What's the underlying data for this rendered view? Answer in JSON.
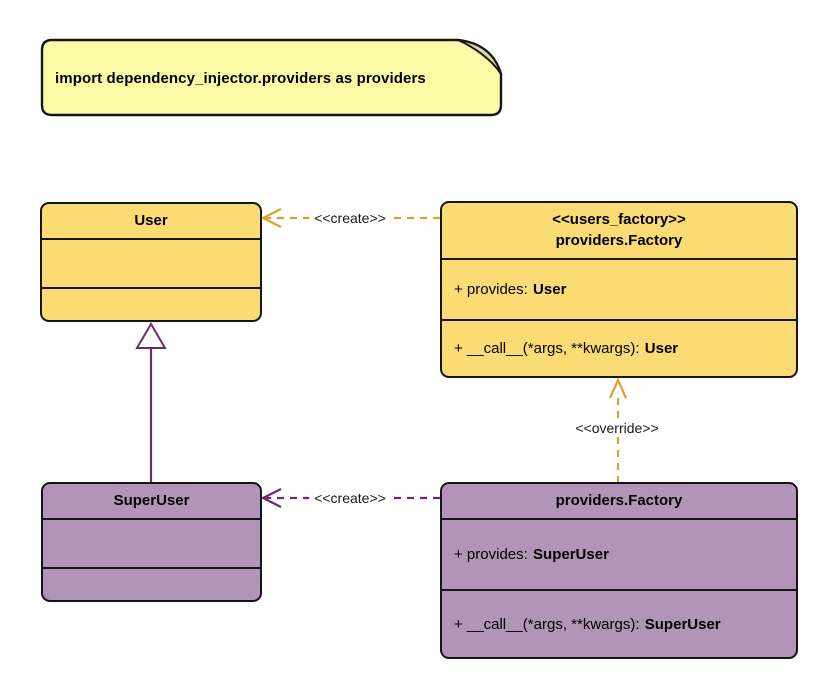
{
  "colors": {
    "background": "#FFFFFF",
    "yellow_fill": "#FBDB74",
    "purple_fill": "#B294B9",
    "note_fill": "#FBFBA7",
    "note_fold_fill": "#DCDC96",
    "gold_line": "#D8A32C",
    "purple_line": "#6A2C6A",
    "border": "#151515",
    "text": "#000000"
  },
  "note": {
    "text": "import dependency_injector.providers as providers"
  },
  "classes": {
    "user": {
      "name": "User"
    },
    "users_factory": {
      "stereotype": "<<users_factory>>",
      "name": "providers.Factory",
      "provides_label": "+ provides:",
      "provides_type": "User",
      "call_label": "+ __call__(*args, **kwargs):",
      "call_type": "User"
    },
    "super_user": {
      "name": "SuperUser"
    },
    "super_user_factory": {
      "name": "providers.Factory",
      "provides_label": "+ provides:",
      "provides_type": "SuperUser",
      "call_label": "+ __call__(*args, **kwargs):",
      "call_type": "SuperUser"
    }
  },
  "edges": {
    "create_top": {
      "label": "<<create>>"
    },
    "create_bottom": {
      "label": "<<create>>"
    },
    "override": {
      "label": "<<override>>"
    }
  }
}
